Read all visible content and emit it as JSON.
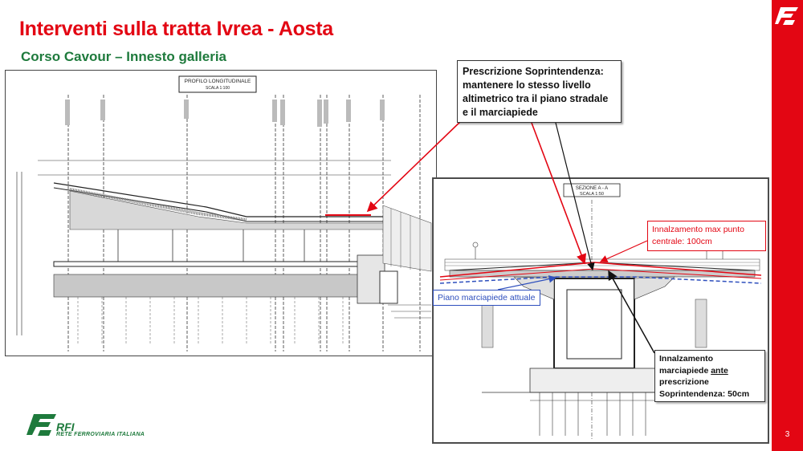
{
  "slide": {
    "title": "Interventi sulla tratta Ivrea - Aosta",
    "subtitle": "Corso Cavour – Innesto galleria",
    "page_number": "3"
  },
  "drawing_left": {
    "heading": "PROFILO LONGITUDINALE",
    "scale": "SCALA 1:100"
  },
  "drawing_right": {
    "heading": "SEZIONE A - A",
    "scale": "SCALA 1:50"
  },
  "callouts": {
    "prescrizione": "Prescrizione Soprintendenza: mantenere lo stesso livello altimetrico tra il piano stradale e il marciapiede",
    "innalzamento_max": "Innalzamento max punto centrale: 100cm",
    "piano_marciapiede": "Piano marciapiede attuale",
    "innalzamento_prefix": "Innalzamento marciapiede ",
    "innalzamento_ante": "ante",
    "innalzamento_suffix": " prescrizione Soprintendenza: 50cm"
  },
  "logo": {
    "name": "RFI",
    "full_name": "RETE FERROVIARIA ITALIANA"
  },
  "colors": {
    "brand_red": "#e30613",
    "brand_green": "#1e7a3c",
    "annotation_blue": "#2e4fbd"
  }
}
